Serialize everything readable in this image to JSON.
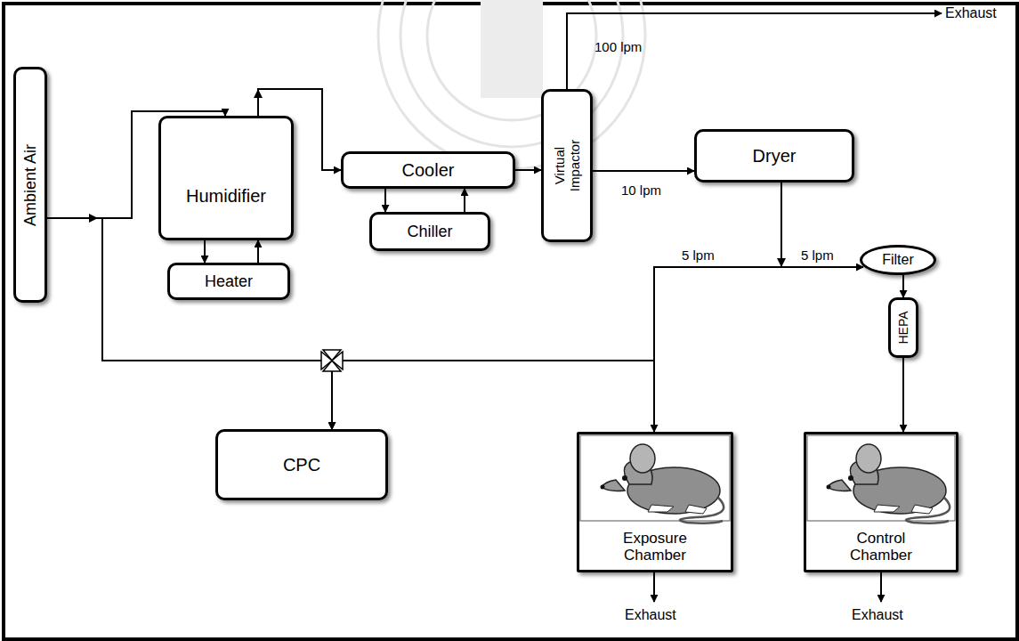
{
  "diagram": {
    "nodes": [
      {
        "text": [
          "Ambient Air"
        ]
      },
      {
        "text": [
          "Humidifier"
        ]
      },
      {
        "text": [
          "Heater"
        ]
      },
      {
        "text": [
          "Cooler"
        ]
      },
      {
        "text": [
          "Chiller"
        ]
      },
      {
        "text": [
          "Virtual Impactor"
        ]
      },
      {
        "text": [
          "Dryer"
        ]
      },
      {
        "text": [
          "Filter"
        ]
      },
      {
        "text": [
          "HEPA"
        ]
      },
      {
        "text": [
          "CPC"
        ]
      },
      {
        "text": [
          "Exposure Chamber"
        ]
      },
      {
        "text": [
          "Control Chamber"
        ]
      }
    ],
    "edges": [
      {
        "from": 0,
        "to": 1,
        "arrow": "to"
      },
      {
        "from": 0,
        "to": 9,
        "arrow": "to"
      },
      {
        "from": 1,
        "to": 2,
        "arrow": "to"
      },
      {
        "from": 2,
        "to": 1,
        "arrow": "to"
      },
      {
        "from": 1,
        "to": 3,
        "arrow": "to"
      },
      {
        "from": 3,
        "to": 4,
        "arrow": "to"
      },
      {
        "from": 4,
        "to": 3,
        "arrow": "to"
      },
      {
        "from": 3,
        "to": 5,
        "arrow": "to"
      },
      {
        "from": 5,
        "to": 6,
        "label": "10 lpm",
        "arrow": "to"
      },
      {
        "from": 6,
        "to": 10,
        "label": "5 lpm",
        "arrow": "to"
      },
      {
        "from": 6,
        "to": 7,
        "label": "5 lpm",
        "arrow": "to"
      },
      {
        "from": 6,
        "to": 9,
        "arrow": "to"
      },
      {
        "from": 7,
        "to": 8,
        "arrow": "to"
      },
      {
        "from": 8,
        "to": 11,
        "arrow": "to"
      }
    ],
    "labels": [
      "Exhaust",
      "100 lpm",
      "Exhaust",
      "Exhaust"
    ]
  }
}
